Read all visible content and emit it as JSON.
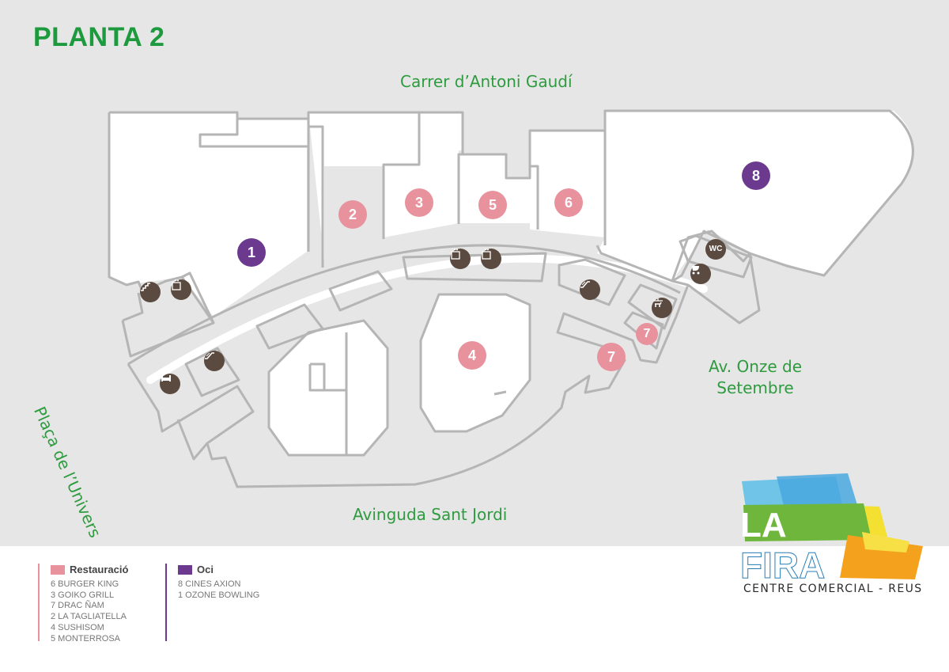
{
  "title": "PLANTA 2",
  "streets": {
    "north": "Carrer d’Antoni Gaudí",
    "south": "Avinguda Sant Jordi",
    "west": "Plaça de l’Univers",
    "east": "Av. Onze de Setembre"
  },
  "units": [
    {
      "number": "1",
      "category": "oci"
    },
    {
      "number": "2",
      "category": "restauracio"
    },
    {
      "number": "3",
      "category": "restauracio"
    },
    {
      "number": "4",
      "category": "restauracio"
    },
    {
      "number": "5",
      "category": "restauracio"
    },
    {
      "number": "6",
      "category": "restauracio"
    },
    {
      "number": "7",
      "category": "restauracio"
    },
    {
      "number": "8",
      "category": "oci"
    }
  ],
  "services": [
    {
      "icon": "stairs-icon",
      "label": ""
    },
    {
      "icon": "elevator-icon",
      "label": ""
    },
    {
      "icon": "escalator-icon",
      "label": ""
    },
    {
      "icon": "rest-area-icon",
      "label": ""
    },
    {
      "icon": "elevator-icon",
      "label": ""
    },
    {
      "icon": "escalator-icon",
      "label": ""
    },
    {
      "icon": "kiddie-ride-icon",
      "label": ""
    },
    {
      "icon": "toilet-icon",
      "label": "WC"
    },
    {
      "icon": "baby-stroller-icon",
      "label": ""
    }
  ],
  "legend": {
    "restauracio": {
      "title": "Restauració",
      "color": "#e8929e",
      "items": [
        "6 BURGER KING",
        "3 GOIKO GRILL",
        "7 DRAC ÑAM",
        "2 LA TAGLIATELLA",
        "4 SUSHISOM",
        "5 MONTERROSA"
      ]
    },
    "oci": {
      "title": "Oci",
      "color": "#6b3a8f",
      "items": [
        "8 CINES AXION",
        "1 OZONE BOWLING"
      ]
    }
  },
  "logo": {
    "line1": "LA",
    "line2": "FIRA",
    "tagline": "CENTRE COMERCIAL - REUS"
  },
  "colors": {
    "map_background": "#e6e6e6",
    "outline": "#b5b5b5",
    "green": "#2e9b3f",
    "service_icon": "#5a4a40"
  }
}
